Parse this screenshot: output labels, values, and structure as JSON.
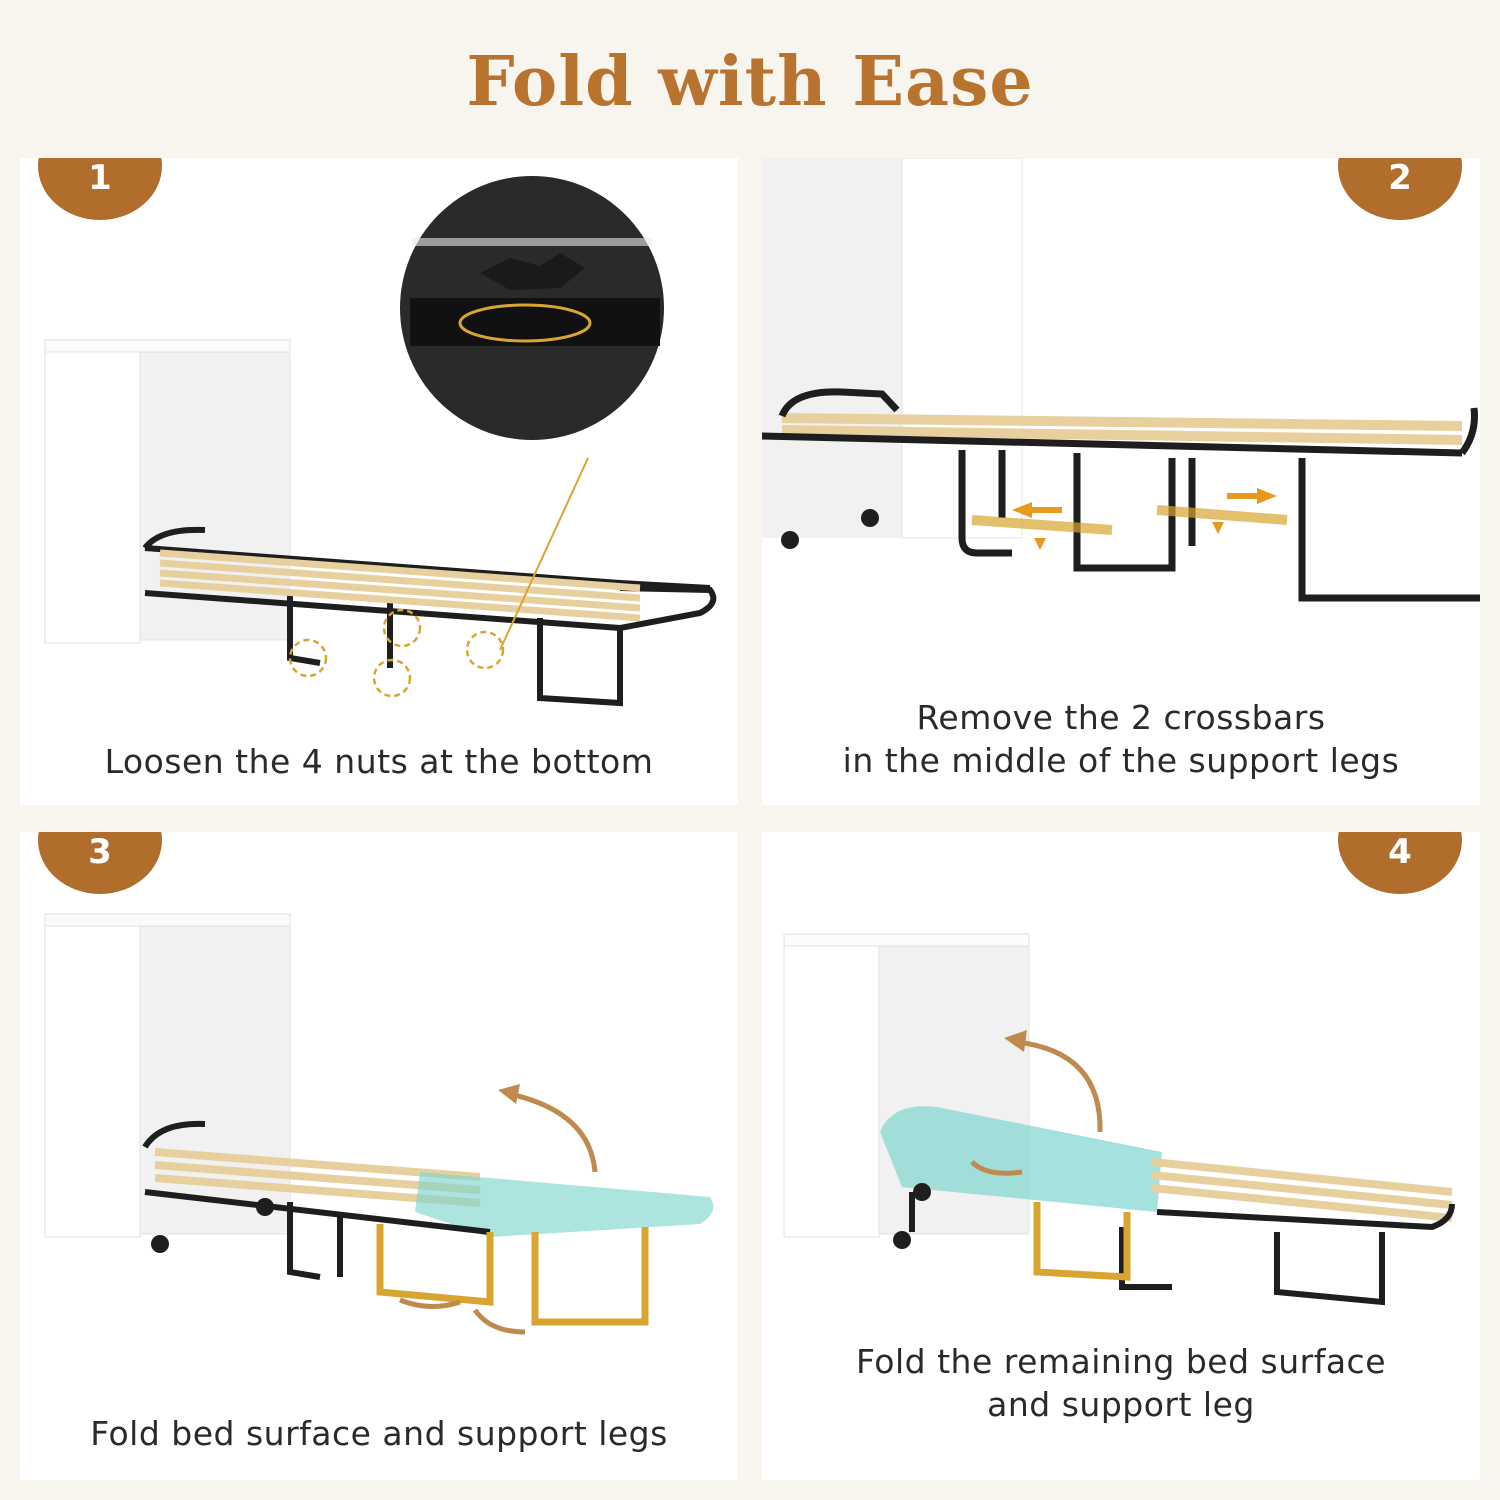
{
  "title": "Fold with Ease",
  "steps": [
    {
      "number": "1",
      "caption_line1": "Loosen the 4 nuts at the bottom",
      "caption_line2": ""
    },
    {
      "number": "2",
      "caption_line1": "Remove the 2 crossbars",
      "caption_line2": "in the middle of the support legs"
    },
    {
      "number": "3",
      "caption_line1": "Fold bed surface and support legs",
      "caption_line2": ""
    },
    {
      "number": "4",
      "caption_line1": "Fold the remaining bed surface",
      "caption_line2": "and support leg"
    }
  ],
  "colors": {
    "accent": "#b06d2c",
    "title": "#b8742f",
    "background": "#f8f4ee",
    "frame": "#1e1e1e",
    "slat": "#e8cf9e",
    "fold_highlight": "#7fd6cf",
    "leg_highlight": "#d9a531"
  },
  "icons": {
    "rotation_arrow": "curved-arrow-icon",
    "direction_arrow": "arrow-icon"
  }
}
